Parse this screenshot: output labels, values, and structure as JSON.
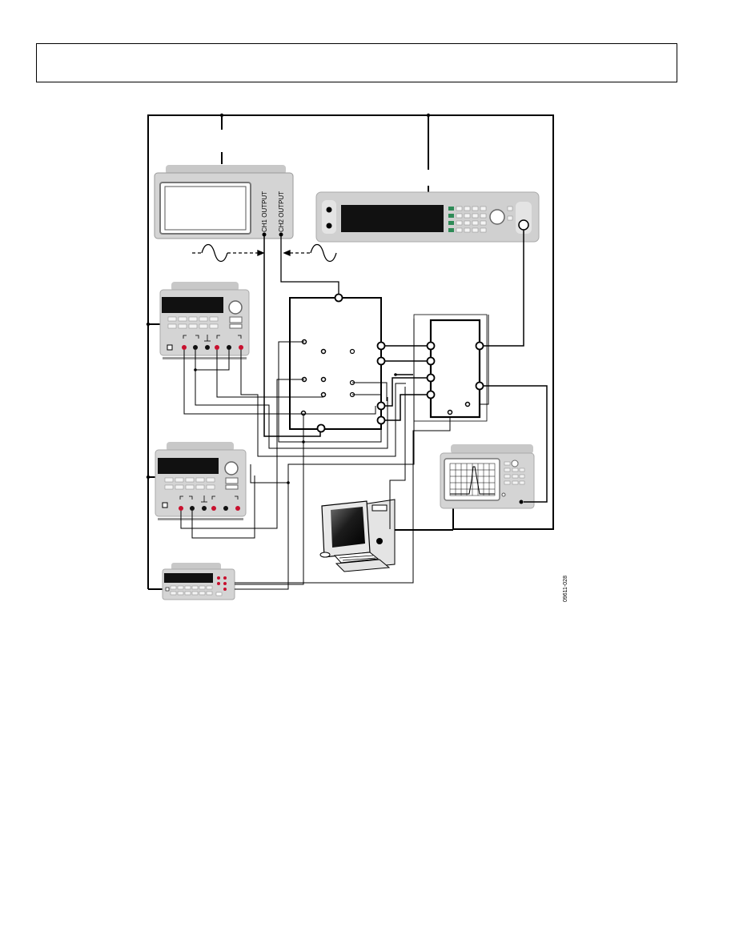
{
  "header": {
    "text": ""
  },
  "oscilloscope": {
    "ch1_label": "CH1 OUTPUT",
    "ch2_label": "CH2 OUTPUT"
  },
  "figure": {
    "id": "09611-028"
  },
  "colors": {
    "device_gray": "#d4d4d4",
    "device_dark": "#1e1e1e",
    "terminal_red": "#c8102e",
    "button_green": "#2e8b57"
  }
}
